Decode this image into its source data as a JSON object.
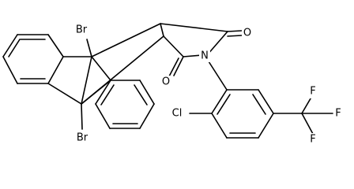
{
  "structure": {
    "atoms": {
      "br_top": "Br",
      "br_bottom": "Br",
      "o_top": "O",
      "o_bottom": "O",
      "n": "N",
      "cl": "Cl",
      "f_top": "F",
      "f_right": "F",
      "f_bottom": "F"
    }
  }
}
